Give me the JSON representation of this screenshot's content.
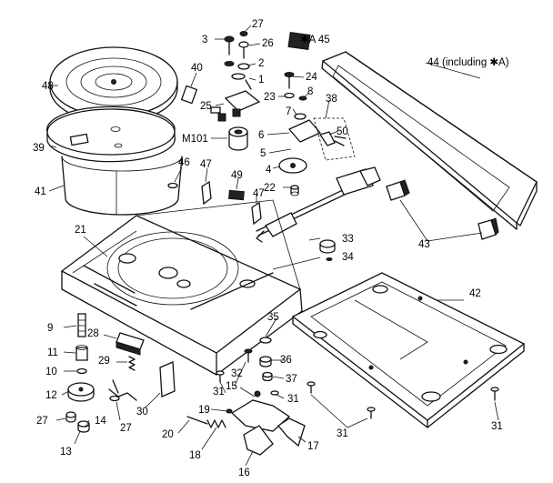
{
  "labels": {
    "p1": "1",
    "p2": "2",
    "p3": "3",
    "p4": "4",
    "p5": "5",
    "p6": "6",
    "p7": "7",
    "p8": "8",
    "p9": "9",
    "p10": "10",
    "p11": "11",
    "p12": "12",
    "p13": "13",
    "p14": "14",
    "p15": "15",
    "p16": "16",
    "p17": "17",
    "p18": "18",
    "p19": "19",
    "p20": "20",
    "p21": "21",
    "p22": "22",
    "p23": "23",
    "p24": "24",
    "p25": "25",
    "p26": "26",
    "p27": "27",
    "p28": "28",
    "p29": "29",
    "p30": "30",
    "p31": "31",
    "p32": "32",
    "p33": "33",
    "p34": "34",
    "p35": "35",
    "p36": "36",
    "p37": "37",
    "p38": "38",
    "p39": "39",
    "p40": "40",
    "p41": "41",
    "p42": "42",
    "p43": "43",
    "p44": "44 (including ✱A)",
    "p45": "✱A 45",
    "p46": "46",
    "p47": "47",
    "p48": "48",
    "p49": "49",
    "p50": "50",
    "m101": "M101"
  }
}
